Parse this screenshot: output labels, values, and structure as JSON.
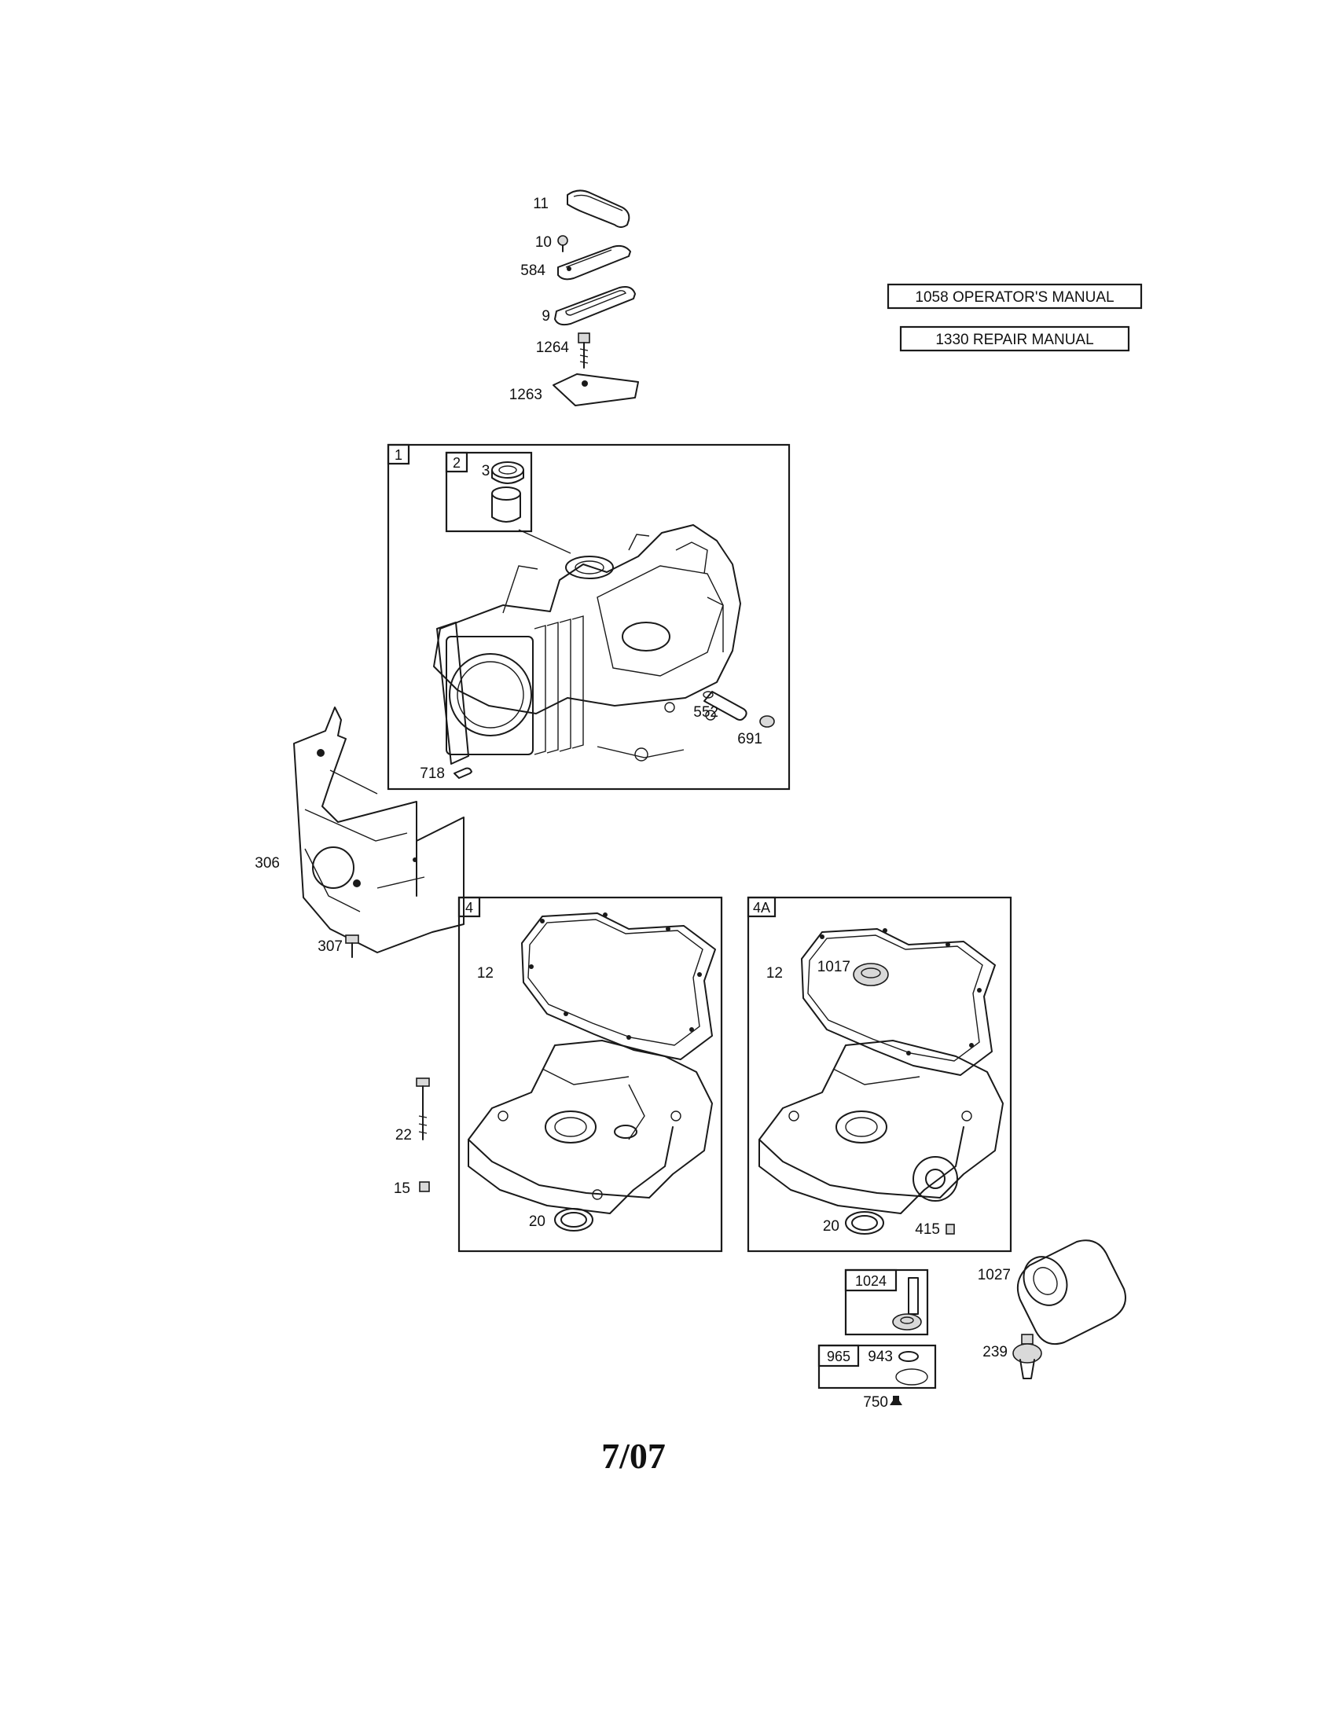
{
  "manuals": {
    "operators": "1058 OPERATOR'S MANUAL",
    "repair": "1330 REPAIR MANUAL"
  },
  "boxes": {
    "cylinder_assembly": "1",
    "cylinder_sub": "2",
    "sump_left": "4",
    "sump_right": "4A",
    "kit_1024": "1024",
    "kit_965": "965"
  },
  "parts": {
    "p11": "11",
    "p10": "10",
    "p584": "584",
    "p9": "9",
    "p1264": "1264",
    "p1263": "1263",
    "p3": "3",
    "p552": "552",
    "p691": "691",
    "p718": "718",
    "p306": "306",
    "p307": "307",
    "p12_left": "12",
    "p12_right": "12",
    "p1017": "1017",
    "p22": "22",
    "p15": "15",
    "p20_left": "20",
    "p20_right": "20",
    "p415": "415",
    "p1027": "1027",
    "p943": "943",
    "p239": "239",
    "p750": "750"
  },
  "footer": {
    "date": "7/07"
  }
}
